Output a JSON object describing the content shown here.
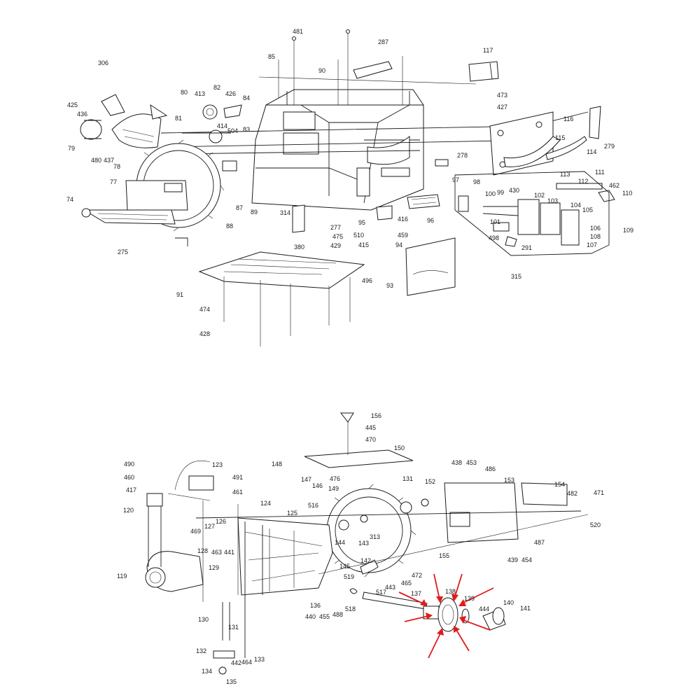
{
  "top_view": {
    "labels": [
      "481",
      "287",
      "117",
      "85",
      "90",
      "306",
      "425",
      "436",
      "79",
      "80",
      "413",
      "82",
      "426",
      "84",
      "81",
      "414",
      "504",
      "83",
      "480",
      "437",
      "78",
      "77",
      "87",
      "88",
      "89",
      "74",
      "275",
      "314",
      "278",
      "473",
      "427",
      "116",
      "279",
      "115",
      "114",
      "113",
      "111",
      "112",
      "462",
      "110",
      "97",
      "98",
      "100",
      "99",
      "430",
      "102",
      "103",
      "104",
      "105",
      "106",
      "108",
      "107",
      "109",
      "101",
      "498",
      "291",
      "315",
      "95",
      "416",
      "510",
      "459",
      "415",
      "94",
      "277",
      "475",
      "429",
      "96",
      "380",
      "93",
      "496",
      "91",
      "474",
      "428"
    ]
  },
  "bottom_view": {
    "labels": [
      "156",
      "445",
      "470",
      "150",
      "148",
      "147",
      "146",
      "476",
      "149",
      "438",
      "453",
      "486",
      "153",
      "490",
      "460",
      "417",
      "123",
      "491",
      "461",
      "120",
      "124",
      "516",
      "125",
      "131",
      "152",
      "154",
      "482",
      "471",
      "520",
      "127",
      "126",
      "469",
      "128",
      "463",
      "441",
      "129",
      "119",
      "143",
      "313",
      "144",
      "145",
      "142",
      "472",
      "465",
      "443",
      "439",
      "454",
      "487",
      "155",
      "137",
      "138",
      "139",
      "140",
      "141",
      "444",
      "519",
      "517",
      "518",
      "136",
      "440",
      "455",
      "488",
      "130",
      "131b",
      "132",
      "442",
      "464",
      "133",
      "134",
      "135"
    ],
    "highlight_color": "#e11b1b"
  }
}
